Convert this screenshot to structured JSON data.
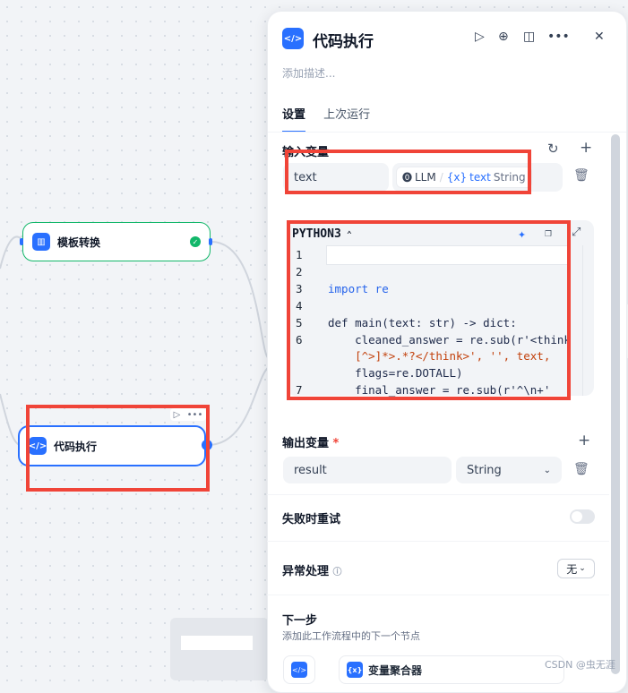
{
  "nodes": {
    "template": {
      "label": "模板转换",
      "icon": "template-icon"
    },
    "code": {
      "label": "代码执行",
      "icon": "code-icon"
    }
  },
  "panel": {
    "title": "代码执行",
    "description_placeholder": "添加描述...",
    "tabs": [
      "设置",
      "上次运行"
    ],
    "input_section": "输入变量",
    "input_var": {
      "name": "text",
      "source_node": "LLM",
      "source_var": "text",
      "type": "String"
    },
    "code": {
      "language": "PYTHON3",
      "lines": [
        {
          "no": "1",
          "text": ""
        },
        {
          "no": "2",
          "text": ""
        },
        {
          "no": "3",
          "text": "import re"
        },
        {
          "no": "4",
          "text": ""
        },
        {
          "no": "5",
          "text": "def main(text: str) -> dict:"
        },
        {
          "no": "6",
          "text": "    cleaned_answer = re.sub(r'<think"
        },
        {
          "no": "",
          "text": "    [^>]*>.*?</think>', '', text,"
        },
        {
          "no": "",
          "text": "    flags=re.DOTALL)"
        },
        {
          "no": "7",
          "text": "    final_answer = re.sub(r'^\\n+'"
        }
      ]
    },
    "output_section": "输出变量",
    "required_mark": "*",
    "output_var": {
      "name": "result",
      "type": "String"
    },
    "retry_label": "失败时重试",
    "error_label": "异常处理",
    "error_value": "无",
    "next_step_title": "下一步",
    "next_step_desc": "添加此工作流程中的下一个节点",
    "next_node_label": "变量聚合器"
  },
  "watermark": "CSDN @虫无涯",
  "colors": {
    "accent": "#2970ff",
    "highlight": "#f04438",
    "success": "#12b76a"
  }
}
